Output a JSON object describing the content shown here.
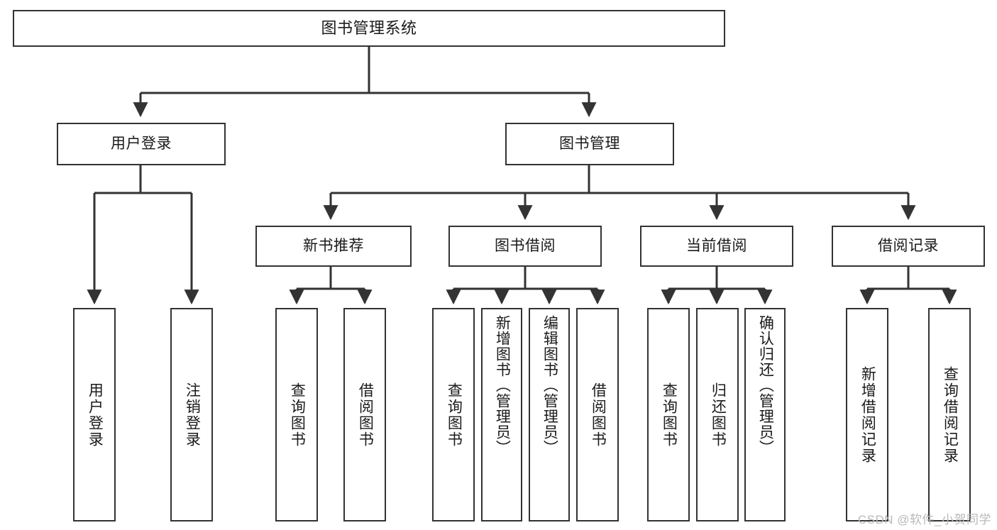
{
  "diagram": {
    "title": "图书管理系统",
    "type": "tree",
    "stroke_color": "#333333",
    "fill_color": "#ffffff",
    "text_color": "#1a1a1a",
    "watermark": "CSDN @软件_小贺同学",
    "nodes": {
      "root": {
        "label": "图书管理系统"
      },
      "level2": [
        {
          "id": "user-login",
          "label": "用户登录"
        },
        {
          "id": "book-manage",
          "label": "图书管理"
        }
      ],
      "level3": [
        {
          "id": "new-book-recommend",
          "label": "新书推荐"
        },
        {
          "id": "book-borrow",
          "label": "图书借阅"
        },
        {
          "id": "current-borrow",
          "label": "当前借阅"
        },
        {
          "id": "borrow-record",
          "label": "借阅记录"
        }
      ],
      "leaves": {
        "user_login": [
          {
            "id": "leaf-user-login",
            "label": "用户登录"
          },
          {
            "id": "leaf-logout-login",
            "label": "注销登录"
          }
        ],
        "new_book_recommend": [
          {
            "id": "leaf-query-book-1",
            "label": "查询图书"
          },
          {
            "id": "leaf-borrow-book-1",
            "label": "借阅图书"
          }
        ],
        "book_borrow": [
          {
            "id": "leaf-query-book-2",
            "label": "查询图书"
          },
          {
            "id": "leaf-add-book",
            "label": "新增图书（管理员）"
          },
          {
            "id": "leaf-edit-book",
            "label": "编辑图书（管理员）"
          },
          {
            "id": "leaf-borrow-book-2",
            "label": "借阅图书"
          }
        ],
        "current_borrow": [
          {
            "id": "leaf-query-book-3",
            "label": "查询图书"
          },
          {
            "id": "leaf-return-book",
            "label": "归还图书"
          },
          {
            "id": "leaf-confirm-return",
            "label": "确认归还（管理员）"
          }
        ],
        "borrow_record": [
          {
            "id": "leaf-add-record",
            "label": "新增借阅记录"
          },
          {
            "id": "leaf-query-record",
            "label": "查询借阅记录"
          }
        ]
      }
    }
  }
}
